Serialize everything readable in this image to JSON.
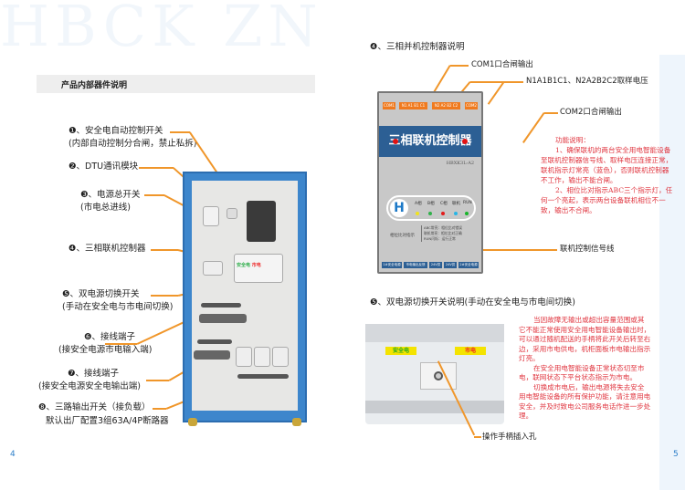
{
  "watermark": "HBCK ZN",
  "left_page": {
    "section_title": "产品内部器件说明",
    "page_number": "4",
    "callouts": [
      {
        "title": "❶、安全电自动控制开关",
        "sub": "(内部自动控制分合闸，禁止私拆)"
      },
      {
        "title": "❷、DTU通讯模块",
        "sub": ""
      },
      {
        "title": "❸、电源总开关",
        "sub": "(市电总进线)"
      },
      {
        "title": "❹、三相联机控制器",
        "sub": ""
      },
      {
        "title": "❺、双电源切换开关",
        "sub": "(手动在安全电与市电间切换)"
      },
      {
        "title": "❻、接线端子",
        "sub": "(接安全电源市电输入端)"
      },
      {
        "title": "❼、接线端子",
        "sub": "(接安全电源安全电输出端)"
      },
      {
        "title": "❽、三路输出开关（接负载）",
        "sub": "默认出厂配置3组63A/4P断路器"
      }
    ],
    "cabinet": {
      "switch_labels": [
        "安全电",
        "市电"
      ]
    }
  },
  "right_page": {
    "page_number": "5",
    "controller_section": {
      "title": "❹、三相并机控制器说明",
      "callouts": [
        "COM1口合闸输出",
        "N1A1B1C1、N2A2B2C2取样电压",
        "COM2口合闸输出",
        "联机控制信号线"
      ],
      "device": {
        "tags": [
          "COM1",
          "N1 A1 B1 C1",
          "N2 A2 B2 C2",
          "COM2"
        ],
        "name": "三相联机控制器",
        "model": "HBXK3L-A2",
        "leds": [
          {
            "label": "A相",
            "color": "#f1e31b"
          },
          {
            "label": "B相",
            "color": "#2fb14a"
          },
          {
            "label": "C相",
            "color": "#e21b1b"
          },
          {
            "label": "联机",
            "color": "#27b5e6"
          },
          {
            "label": "RUN",
            "color": "#18b52a"
          }
        ],
        "indicator_title": "相位比对指示",
        "indicator_lines": [
          "ABC常亮：相位比对错误",
          "联机常亮：相位比对正确",
          "RUN闪烁：运行正常"
        ],
        "terminals": [
          "1#安全电源",
          "市电输出反馈",
          "24V供",
          "24V供",
          "2#安全电源"
        ]
      },
      "notes": [
        "功能说明：",
        "1、确保联机的两台安全用电智能设备至联机控制器信号线、取样电压连接正常，联机指示灯常亮（蓝色），否则联机控制器不工作，输出不能合闸。",
        "2、相位比对指示ABC三个指示灯，任何一个亮起，表示两台设备联机相位不一致，输出不合闸。"
      ]
    },
    "switch_section": {
      "title": "❺、双电源切换开关说明(手动在安全电与市电间切换)",
      "labels": [
        "安全电",
        "市电"
      ],
      "callout": "操作手柄插入孔",
      "notes": [
        "当因故障无输出或超出容量范围或其它不能正常使用安全用电智能设备输出时，可以通过随机配送的手柄将此开关后转至右边，采用市电供电，机柜面板市电输出指示灯亮。",
        "在安全用电智能设备正常状态切至市电，联网状态下平台状态指示为市电。",
        "切换成市电后，输出电源将失去安全用电智能设备的所有保护功能，请注意用电安全，并及时致电公司服务电话作进一步处理。"
      ]
    }
  }
}
